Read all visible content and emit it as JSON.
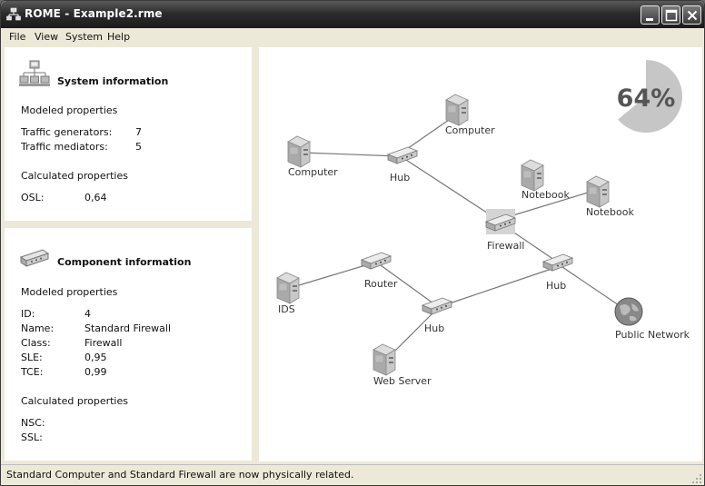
{
  "window": {
    "title": "ROME - Example2.rme"
  },
  "menu": [
    "File",
    "View",
    "System",
    "Help"
  ],
  "system_info": {
    "title": "System information",
    "modeled_heading": "Modeled properties",
    "traffic_generators_label": "Traffic generators:",
    "traffic_generators_value": "7",
    "traffic_mediators_label": "Traffic mediators:",
    "traffic_mediators_value": "5",
    "calculated_heading": "Calculated properties",
    "osl_label": "OSL:",
    "osl_value": "0,64"
  },
  "component_info": {
    "title": "Component information",
    "modeled_heading": "Modeled properties",
    "id_label": "ID:",
    "id_value": "4",
    "name_label": "Name:",
    "name_value": "Standard Firewall",
    "class_label": "Class:",
    "class_value": "Firewall",
    "sle_label": "SLE:",
    "sle_value": "0,95",
    "tce_label": "TCE:",
    "tce_value": "0,99",
    "calculated_heading": "Calculated properties",
    "nsc_label": "NSC:",
    "ssl_label": "SSL:"
  },
  "network": {
    "gauge_text": "64%",
    "gauge_value": 0.64,
    "nodes": {
      "computer_top": "Computer",
      "computer_left": "Computer",
      "hub_top": "Hub",
      "notebook_top": "Notebook",
      "notebook_right": "Notebook",
      "firewall": "Firewall",
      "router": "Router",
      "hub_right": "Hub",
      "ids": "IDS",
      "hub_bottom": "Hub",
      "public_network": "Public Network",
      "web_server": "Web Server"
    }
  },
  "status_bar": {
    "text": "Standard Computer and Standard Firewall are now physically related."
  }
}
